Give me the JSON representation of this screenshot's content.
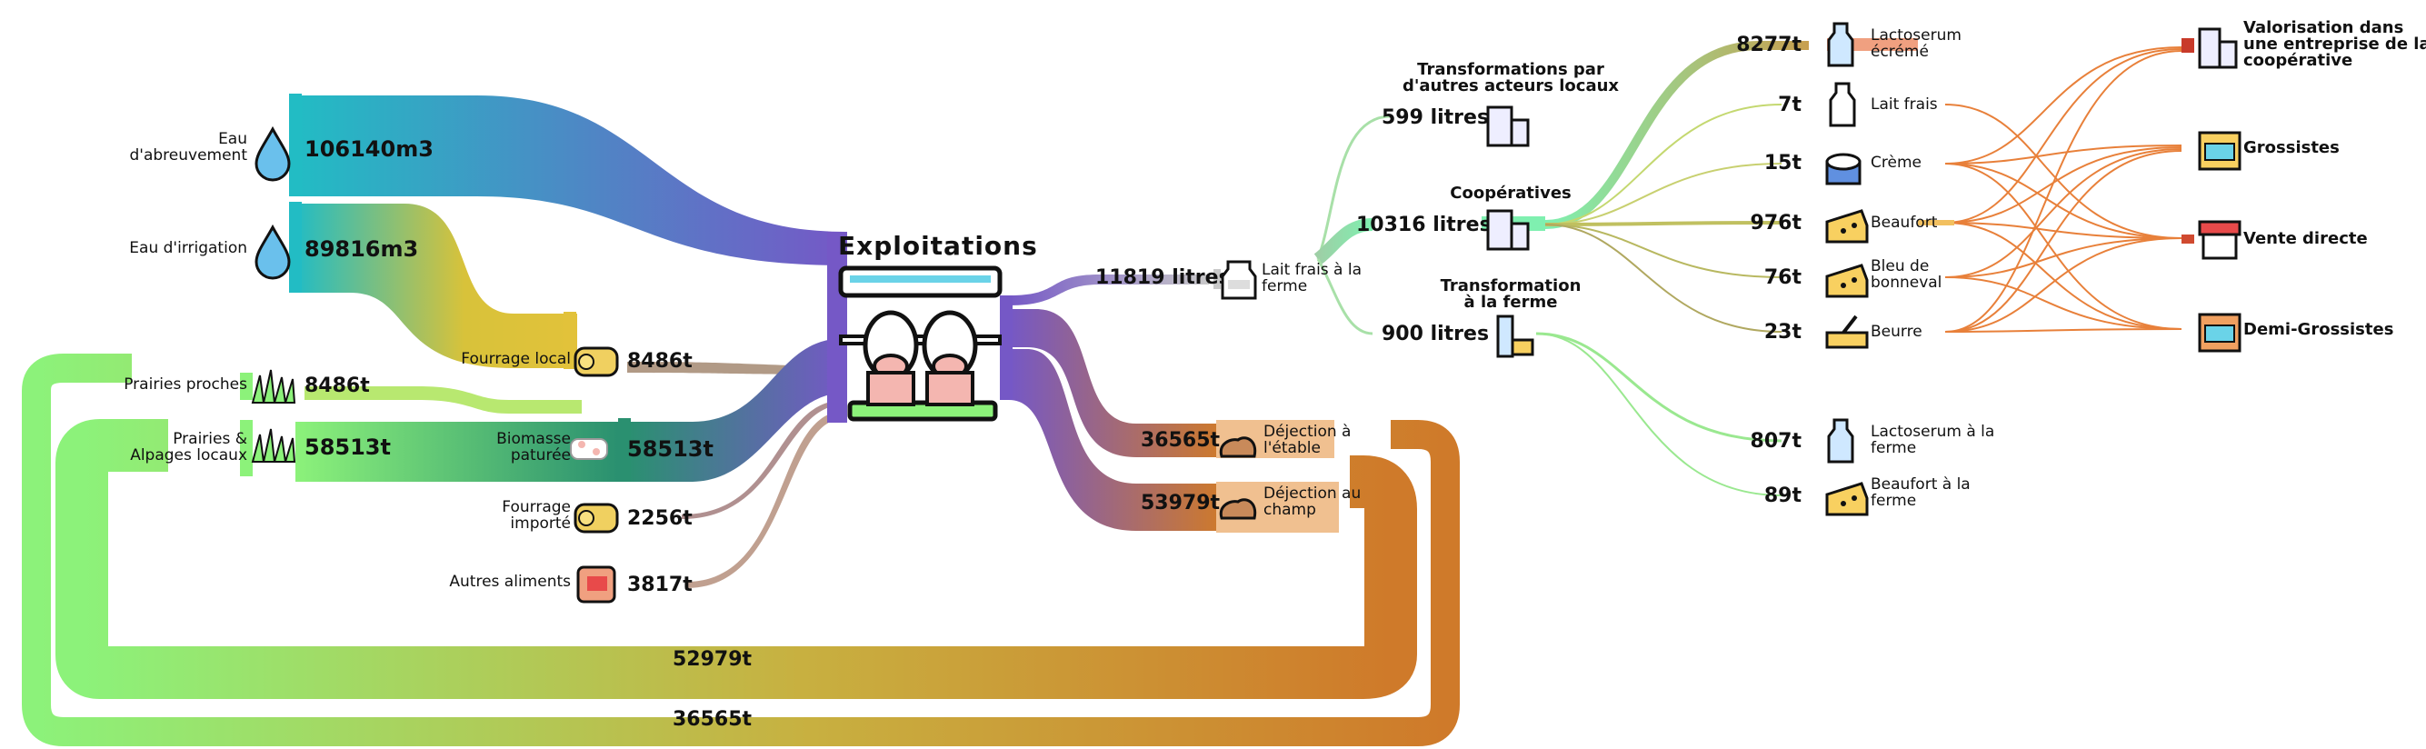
{
  "title": "Exploitations",
  "inputs": {
    "eau_abreuvement": {
      "label_l1": "Eau",
      "label_l2": "d'abreuvement",
      "value": "106140m3"
    },
    "eau_irrigation": {
      "label": "Eau d'irrigation",
      "value": "89816m3"
    },
    "fourrage_local": {
      "label": "Fourrage local",
      "value": "8486t"
    },
    "prairies_proches": {
      "label": "Prairies proches",
      "value": "8486t"
    },
    "prairies_alpages": {
      "label_l1": "Prairies &",
      "label_l2": "Alpages locaux",
      "value": "58513t"
    },
    "biomasse": {
      "label_l1": "Biomasse",
      "label_l2": "paturée",
      "value": "58513t"
    },
    "fourrage_importe": {
      "label_l1": "Fourrage",
      "label_l2": "importé",
      "value": "2256t"
    },
    "autres_aliments": {
      "label": "Autres aliments",
      "value": "3817t"
    }
  },
  "outputs": {
    "lait_frais_ferme": {
      "label_l1": "Lait frais à la",
      "label_l2": "ferme",
      "value": "11819 litres"
    },
    "dejection_etable": {
      "label_l1": "Déjection à",
      "label_l2": "l'étable",
      "value": "36565t"
    },
    "dejection_champ": {
      "label_l1": "Déjection au",
      "label_l2": "champ",
      "value": "53979t"
    },
    "loop_52979": {
      "value": "52979t"
    },
    "loop_36565": {
      "value": "36565t"
    }
  },
  "transformations": {
    "autres_acteurs": {
      "label_l1": "Transformations par",
      "label_l2": "d'autres acteurs locaux",
      "value": "599 litres"
    },
    "cooperatives": {
      "label": "Coopératives",
      "value": "10316 litres"
    },
    "ferme": {
      "label_l1": "Transformation",
      "label_l2": "à la ferme",
      "value": "900 litres"
    }
  },
  "products": {
    "lactoserum_ecreme": {
      "label_l1": "Lactoserum",
      "label_l2": "écrémé",
      "value": "8277t"
    },
    "lait_frais": {
      "label": "Lait frais",
      "value": "7t"
    },
    "creme": {
      "label": "Crème",
      "value": "15t"
    },
    "beaufort": {
      "label": "Beaufort",
      "value": "976t"
    },
    "bleu": {
      "label_l1": "Bleu de",
      "label_l2": "bonneval",
      "value": "76t"
    },
    "beurre": {
      "label": "Beurre",
      "value": "23t"
    },
    "lactoserum_ferme": {
      "label_l1": "Lactoserum à la",
      "label_l2": "ferme",
      "value": "807t"
    },
    "beaufort_ferme": {
      "label_l1": "Beaufort à la",
      "label_l2": "ferme",
      "value": "89t"
    }
  },
  "destinations": {
    "valorisation": {
      "label_l1": "Valorisation dans",
      "label_l2": "une entreprise de la",
      "label_l3": "coopérative"
    },
    "grossistes": {
      "label": "Grossistes"
    },
    "vente_directe": {
      "label": "Vente directe"
    },
    "demi_grossistes": {
      "label": "Demi-Grossistes"
    }
  },
  "colors": {
    "water": "#2ab8c4",
    "purple": "#7a5cc6",
    "green_light": "#8cf27a",
    "orange": "#cf7a2a",
    "mint": "#7ff0b0",
    "red": "#d04a30"
  },
  "icons": [
    "water-drop-icon",
    "grass-icon",
    "hay-bale-icon",
    "cow-icon",
    "feed-bag-icon",
    "milk-can-icon",
    "manure-icon",
    "factory-icon",
    "dairy-icon",
    "milk-bottle-icon",
    "cream-icon",
    "cheese-icon",
    "butter-icon",
    "warehouse-icon",
    "market-stall-icon",
    "shop-icon"
  ]
}
